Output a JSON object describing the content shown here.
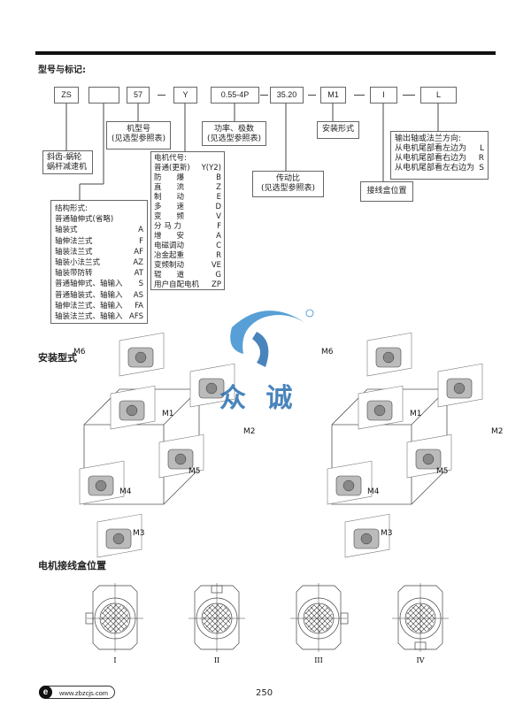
{
  "section_titles": {
    "model": "型号与标记:",
    "mounting": "安装型式",
    "terminal": "电机接线盒位置"
  },
  "codes": [
    "ZS",
    "",
    "57",
    "Y",
    "0.55-4P",
    "35.20",
    "M1",
    "I",
    "L"
  ],
  "labels": {
    "type": "斜齿-蜗轮\n蜗杆减速机",
    "frame": "机型号\n(见选型参照表)",
    "power": "功率、极数\n(见选型参照表)",
    "mount": "安装形式",
    "ratio": "传动比\n(见选型参照表)",
    "terminal_box": "接线盒位置"
  },
  "output": {
    "title": "输出轴或法兰方向:",
    "rows": [
      [
        "从电机尾部看左边为",
        "L"
      ],
      [
        "从电机尾部看右边为",
        "R"
      ],
      [
        "从电机尾部看左右边为",
        "S"
      ]
    ]
  },
  "motor": {
    "title": "电机代号:",
    "rows": [
      [
        "普通(更新)",
        "Y(Y2)"
      ],
      [
        "防　　爆",
        "B"
      ],
      [
        "直　　流",
        "Z"
      ],
      [
        "制　　动",
        "E"
      ],
      [
        "多　　速",
        "D"
      ],
      [
        "变　　频",
        "V"
      ],
      [
        "分 马 力",
        "F"
      ],
      [
        "增　　安",
        "A"
      ],
      [
        "电磁调动",
        "C"
      ],
      [
        "冶金起重",
        "R"
      ],
      [
        "变频制动",
        "VE"
      ],
      [
        "辊　　道",
        "G"
      ],
      [
        "用户自配电机",
        "ZP"
      ]
    ]
  },
  "structure": {
    "title": "结构形式:",
    "rows": [
      [
        "普通轴伸式(省略)",
        ""
      ],
      [
        "轴装式",
        "A"
      ],
      [
        "轴伸法兰式",
        "F"
      ],
      [
        "轴装法兰式",
        "AF"
      ],
      [
        "轴装小法兰式",
        "AZ"
      ],
      [
        "轴装带防转",
        "AT"
      ],
      [
        "普通轴伸式、轴输入",
        "S"
      ],
      [
        "普通轴装式、轴输入",
        "AS"
      ],
      [
        "轴伸法兰式、轴输入",
        "FA"
      ],
      [
        "轴装法兰式、轴输入",
        "AFS"
      ]
    ]
  },
  "mount_positions": [
    "M1",
    "M2",
    "M3",
    "M4",
    "M5",
    "M6"
  ],
  "watermark": "众 诚",
  "terminal_positions": [
    "I",
    "II",
    "III",
    "IV"
  ],
  "footer": {
    "url": "www.zbzcjs.com",
    "page": "250"
  }
}
